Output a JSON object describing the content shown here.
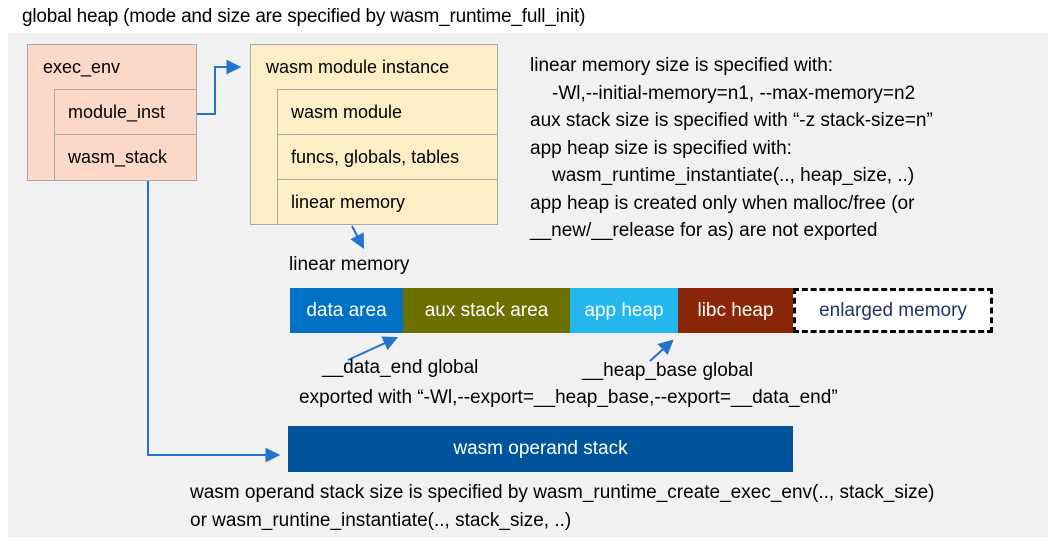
{
  "title": "global heap (mode and size are specified by wasm_runtime_full_init)",
  "colors": {
    "panel_bg": "#f1f1f1",
    "pink_box": "#fbd8c8",
    "cream_box": "#fdeec6",
    "arrow_blue": "#2373cc",
    "operand_stack_blue": "#00549b"
  },
  "exec_env": {
    "header": "exec_env",
    "rows": [
      "module_inst",
      "wasm_stack"
    ]
  },
  "module_instance": {
    "header": "wasm module instance",
    "rows": [
      "wasm module",
      "funcs, globals, tables",
      "linear memory"
    ]
  },
  "notes": {
    "lines": [
      "linear memory size is specified with:",
      "-Wl,--initial-memory=n1, --max-memory=n2",
      "aux stack size is specified with “-z stack-size=n”",
      "app heap size is specified with:",
      "wasm_runtime_instantiate(.., heap_size, ..)",
      "app heap is created only when malloc/free (or",
      "__new/__release for as) are not exported"
    ]
  },
  "linear_memory": {
    "label": "linear memory",
    "segments": [
      {
        "label": "data area",
        "color": "#0071c5",
        "text_color": "#ffffff"
      },
      {
        "label": "aux stack area",
        "color": "#6c7000",
        "text_color": "#ffffff"
      },
      {
        "label": "app heap",
        "color": "#24b7ee",
        "text_color": "#ffffff"
      },
      {
        "label": "libc heap",
        "color": "#8b2709",
        "text_color": "#ffffff"
      },
      {
        "label": "enlarged memory",
        "color": "#ffffff",
        "text_color": "#1e3565"
      }
    ]
  },
  "annotations": {
    "data_end": "__data_end global",
    "heap_base": "__heap_base global",
    "exported": "exported with “-Wl,--export=__heap_base,--export=__data_end”"
  },
  "operand_stack": {
    "label": "wasm operand stack"
  },
  "footer": {
    "lines": [
      "wasm operand stack size is specified by wasm_runtime_create_exec_env(.., stack_size)",
      "or wasm_runtine_instantiate(.., stack_size, ..)"
    ]
  }
}
